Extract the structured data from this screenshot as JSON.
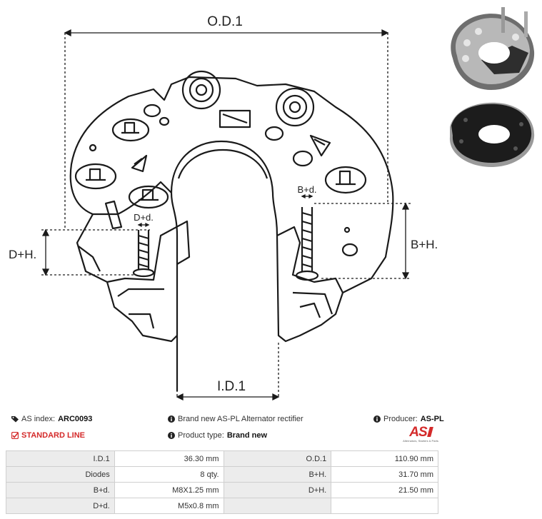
{
  "drawing": {
    "labels": {
      "od1": "O.D.1",
      "id1": "I.D.1",
      "dh": "D+H.",
      "bh": "B+H.",
      "dd": "D+d.",
      "bd": "B+d."
    }
  },
  "info": {
    "as_index_label": "AS index:",
    "as_index_value": "ARC0093",
    "standard_line": "STANDARD LINE",
    "description": "Brand new AS-PL Alternator rectifier",
    "product_type_label": "Product type:",
    "product_type_value": "Brand new",
    "producer_label": "Producer:",
    "producer_value": "AS-PL",
    "logo_text": "AS",
    "logo_tagline": "Alternators, Starters & Parts"
  },
  "specs": [
    [
      "I.D.1",
      "36.30 mm",
      "O.D.1",
      "110.90 mm"
    ],
    [
      "Diodes",
      "8 qty.",
      "B+H.",
      "31.70 mm"
    ],
    [
      "B+d.",
      "M8X1.25 mm",
      "D+H.",
      "21.50 mm"
    ],
    [
      "D+d.",
      "M5x0.8 mm",
      "",
      ""
    ]
  ],
  "colors": {
    "accent": "#d42a2a",
    "key_cell": "#ececec",
    "border": "#cfcfcf"
  }
}
